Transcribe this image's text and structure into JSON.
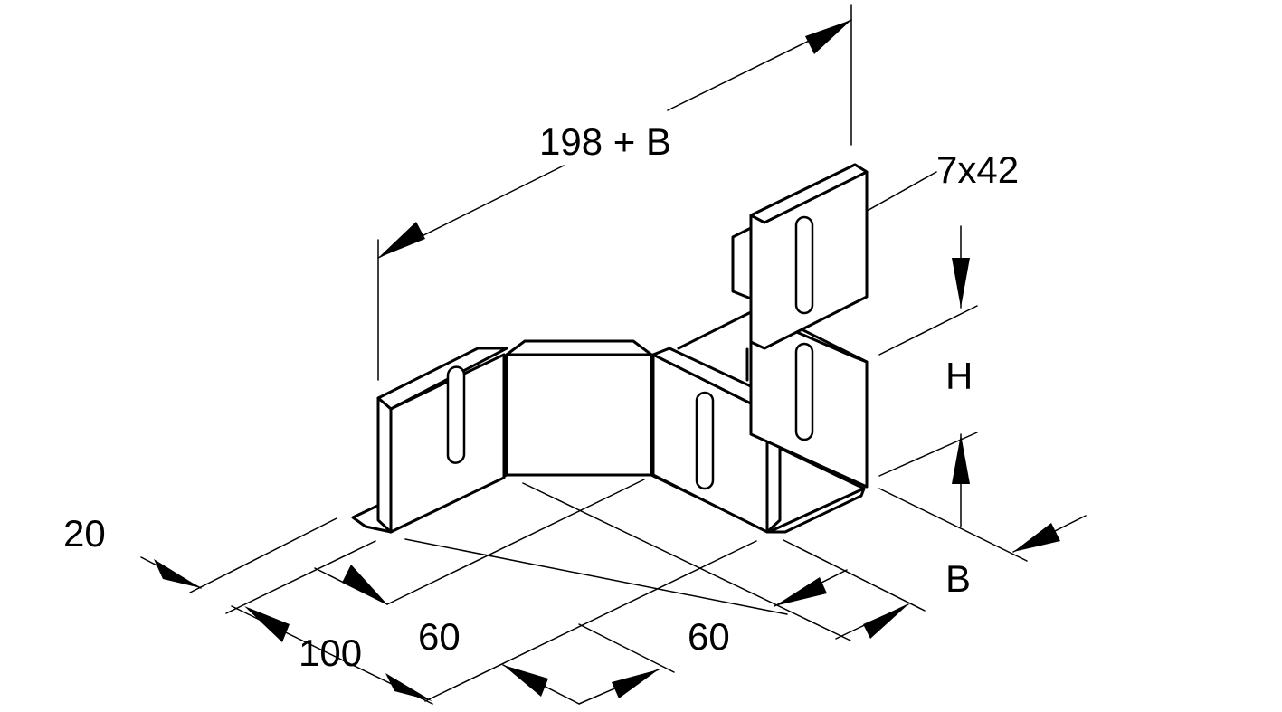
{
  "dimensions": {
    "overall_length": "198 + B",
    "slot_size": "7x42",
    "height": "H",
    "width": "B",
    "flange": "20",
    "depth": "100",
    "segment_left": "60",
    "segment_right": "60"
  },
  "colors": {
    "line": "#000000",
    "background": "#ffffff"
  }
}
